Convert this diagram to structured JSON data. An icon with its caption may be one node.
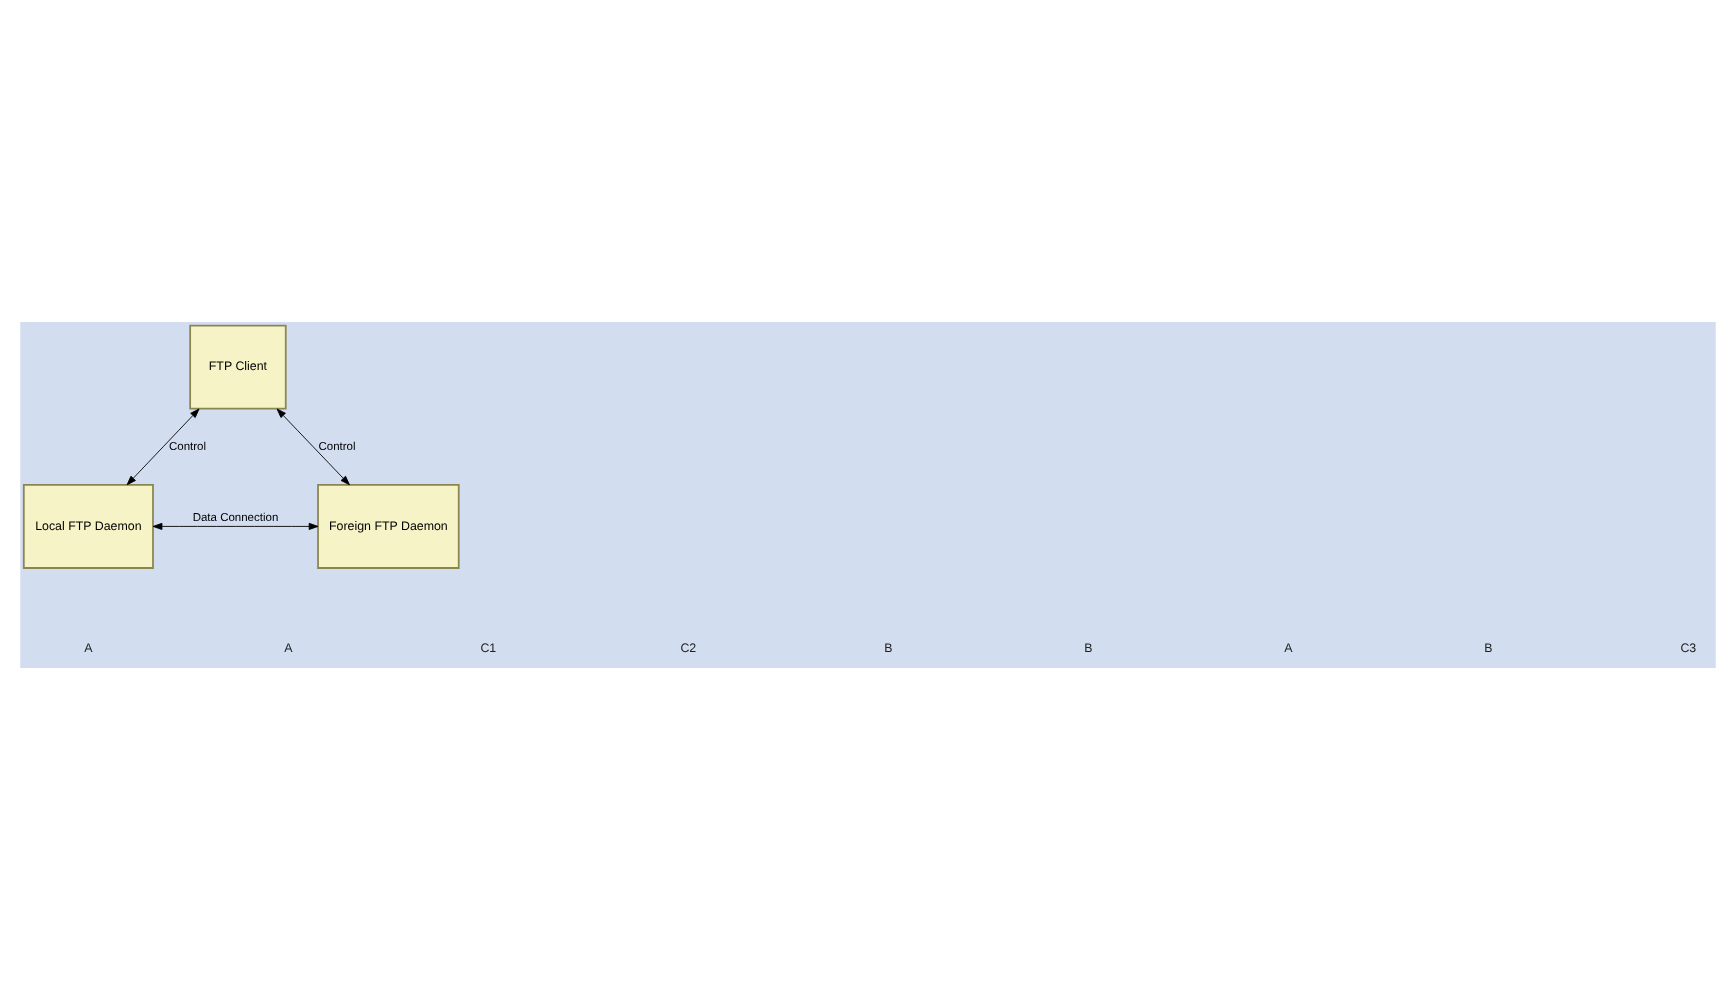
{
  "diagram": {
    "nodes": [
      {
        "text": [
          "FTP Client"
        ]
      },
      {
        "text": [
          "Local FTP Daemon"
        ]
      },
      {
        "text": [
          "Foreign FTP Daemon"
        ]
      }
    ],
    "edges": [
      {
        "from": 0,
        "to": 1,
        "arrow": "both",
        "label": "Control"
      },
      {
        "from": 0,
        "to": 2,
        "arrow": "both",
        "label": "Control"
      },
      {
        "from": 1,
        "to": 2,
        "arrow": "both",
        "label": "Data Connection"
      }
    ],
    "labels": [
      "A",
      "A",
      "C1",
      "C2",
      "B",
      "B",
      "A",
      "B",
      "C3"
    ]
  }
}
